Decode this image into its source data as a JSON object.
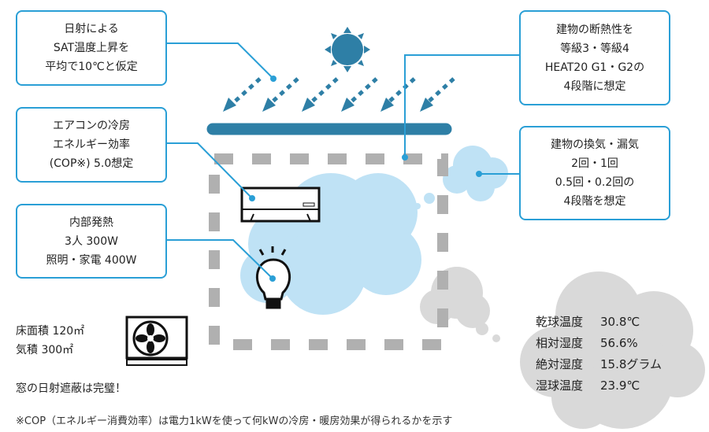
{
  "boxes": {
    "solar": [
      "日射による",
      "SAT温度上昇を",
      "平均で10℃と仮定"
    ],
    "cop": [
      "エアコンの冷房",
      "エネルギー効率",
      "(COP※) 5.0想定"
    ],
    "internal_heat": [
      "内部発熱",
      "3人 300W",
      "照明・家電 400W"
    ],
    "insulation": [
      "建物の断熱性を",
      "等級3・等級4",
      "HEAT20 G1・G2の",
      "4段階に想定"
    ],
    "ventilation": [
      "建物の換気・漏気",
      "2回・1回",
      "0.5回・0.2回の",
      "4段階を想定"
    ]
  },
  "floor_area": "床面積 120㎡",
  "volume": "気積 300㎡",
  "shading": "窓の日射遮蔽は完璧！",
  "conditions": [
    {
      "label": "乾球温度",
      "value": "30.8℃"
    },
    {
      "label": "相対湿度",
      "value": "56.6%"
    },
    {
      "label": "絶対湿度",
      "value": "15.8グラム"
    },
    {
      "label": "湿球温度",
      "value": "23.9℃"
    }
  ],
  "footnote": "※COP（エネルギー消費効率）は電力1kWを使って何kWの冷房・暖房効果が得られるかを示す",
  "colors": {
    "accent": "#2a9fd6",
    "roof": "#2e7fa6",
    "cloud_blue": "#bfe2f5",
    "cloud_gray": "#d9d9d9",
    "dash_gray": "#b0b0b0"
  }
}
